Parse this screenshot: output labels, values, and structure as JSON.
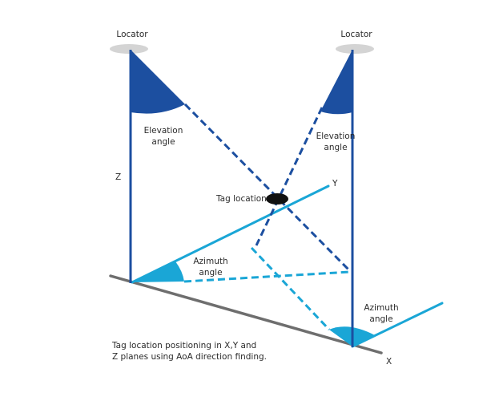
{
  "labels": {
    "locator_left": "Locator",
    "locator_right": "Locator",
    "elevation_left_l1": "Elevation",
    "elevation_left_l2": "angle",
    "elevation_right_l1": "Elevation",
    "elevation_right_l2": "angle",
    "axis_z": "Z",
    "axis_y": "Y",
    "axis_x": "X",
    "tag_location": "Tag location",
    "azimuth_left_l1": "Azimuth",
    "azimuth_left_l2": "angle",
    "azimuth_right_l1": "Azimuth",
    "azimuth_right_l2": "angle"
  },
  "caption": {
    "line1": "Tag location positioning in X,Y and",
    "line2": "Z planes using AoA direction finding."
  },
  "colors": {
    "dark_blue": "#1c4fa0",
    "sky_blue": "#1aa6d6",
    "axis_gray": "#6e6e6e",
    "disc_gray": "#d4d4d4",
    "tag_black": "#111111"
  }
}
